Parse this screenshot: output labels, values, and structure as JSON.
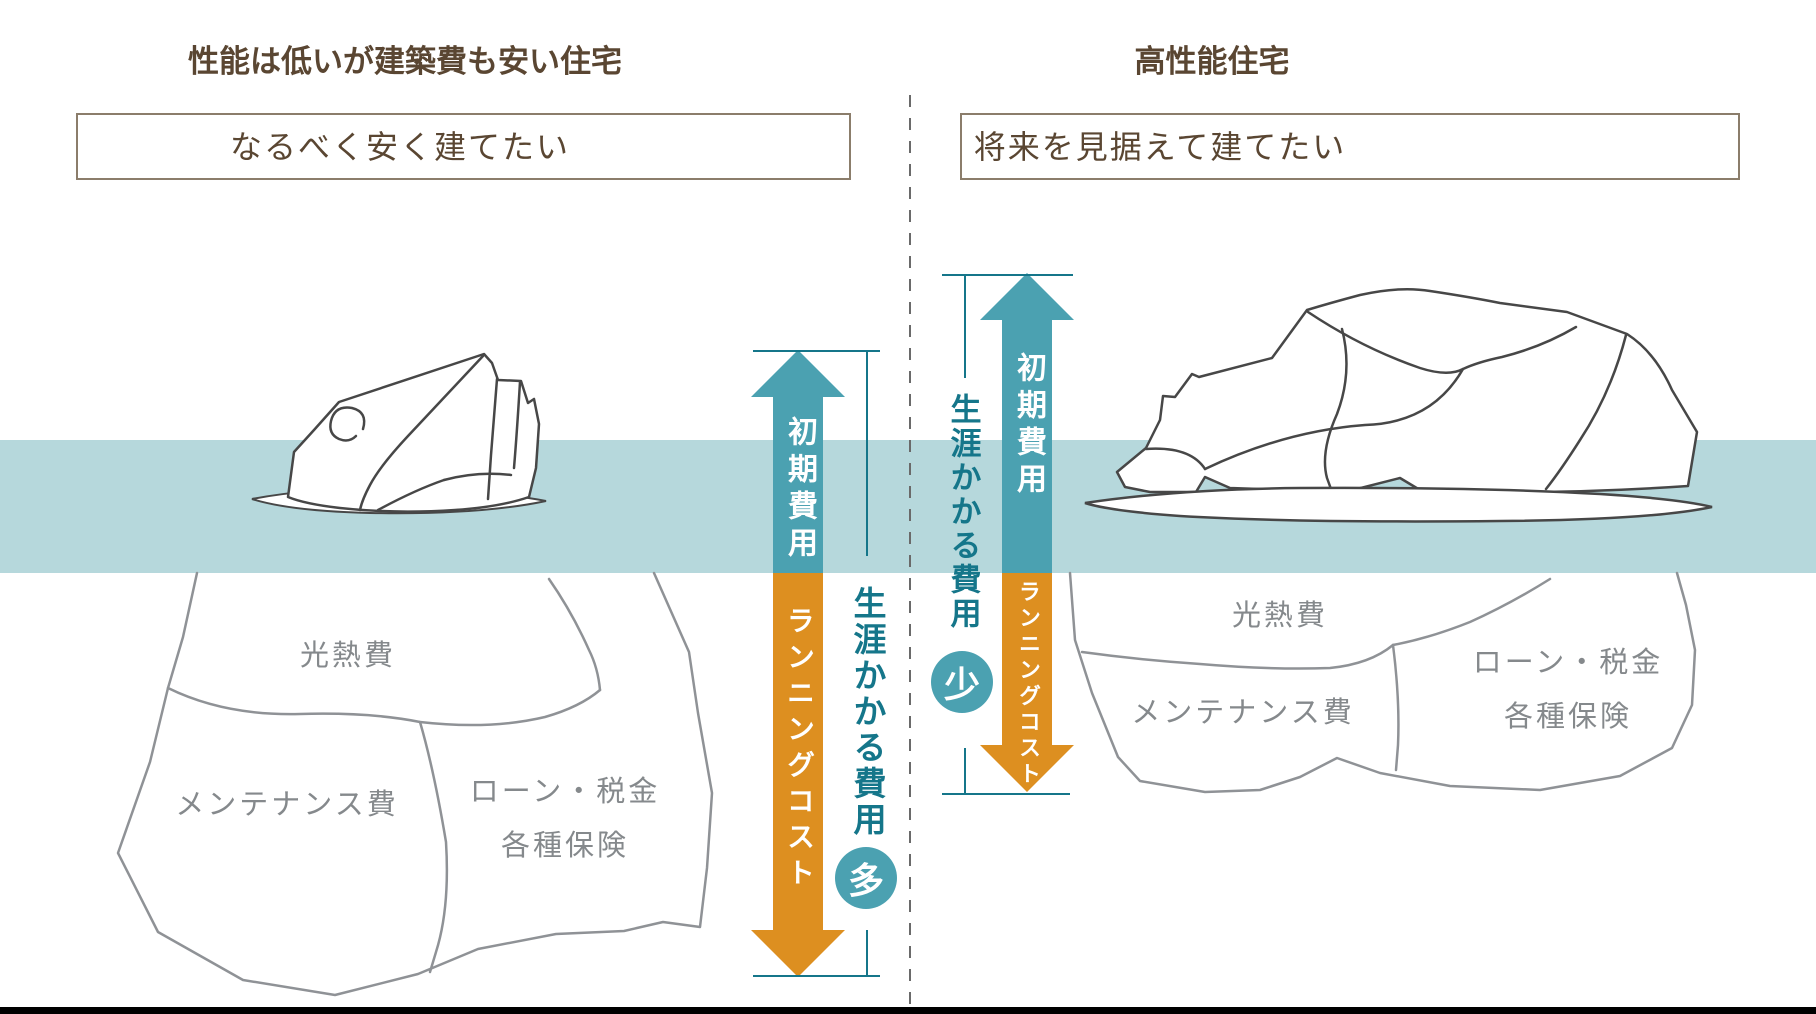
{
  "diagram": {
    "left": {
      "title": "性能は低いが建築費も安い住宅",
      "wish_box": "なるべく安く建てたい",
      "initial_cost": "初期費用",
      "running_cost": "ランニングコスト",
      "lifetime_cost": "生涯かかる費用",
      "amount_badge": "多",
      "costs": {
        "utilities": "光熱費",
        "maintenance": "メンテナンス費",
        "loan_tax": "ローン・税金",
        "insurance": "各種保険"
      }
    },
    "right": {
      "title": "高性能住宅",
      "wish_box": "将来を見据えて建てたい",
      "initial_cost": "初期費用",
      "running_cost": "ランニングコスト",
      "lifetime_cost": "生涯かかる費用",
      "amount_badge": "少",
      "costs": {
        "utilities": "光熱費",
        "maintenance": "メンテナンス費",
        "loan_tax": "ローン・税金",
        "insurance": "各種保険"
      }
    },
    "colors": {
      "water": "#b6d8dc",
      "teal_arrow": "#4ba1b1",
      "orange_arrow": "#dd8f20",
      "teal_dark_text": "#15768a",
      "brown_text": "#5a4632",
      "gray_label": "#85898c"
    }
  }
}
